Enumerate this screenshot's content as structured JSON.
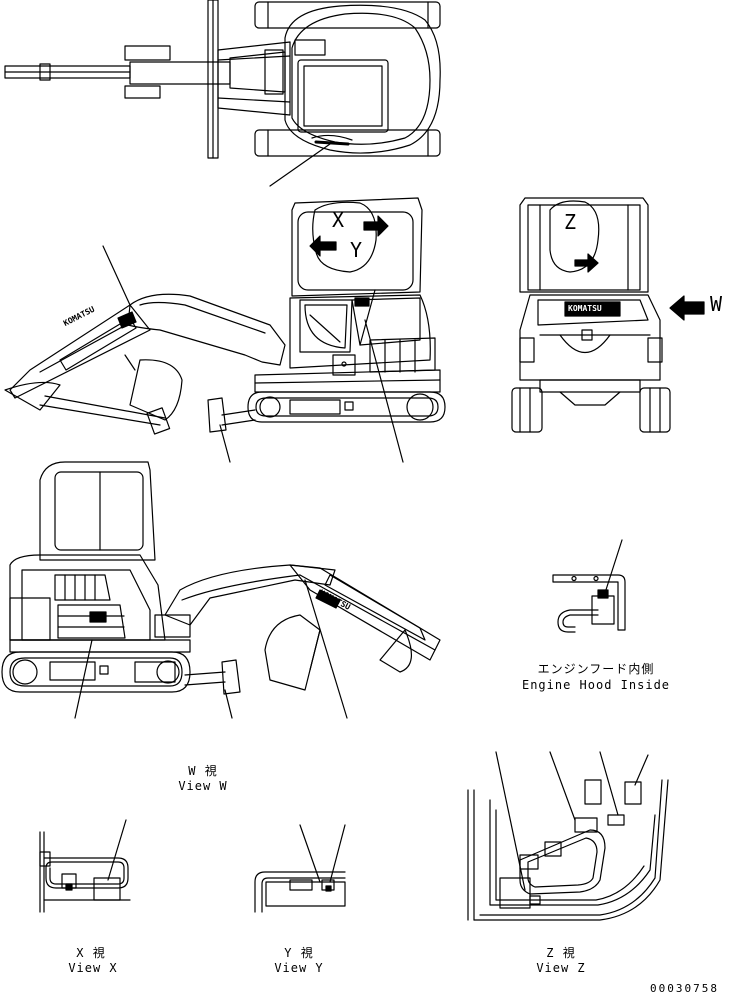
{
  "callouts": {
    "x": "X",
    "y": "Y",
    "z": "Z",
    "w": "W"
  },
  "captions": {
    "view_w_jp": "W 視",
    "view_w_en": "View W",
    "view_x_jp": "X 視",
    "view_x_en": "View X",
    "view_y_jp": "Y 視",
    "view_y_en": "View Y",
    "view_z_jp": "Z 視",
    "view_z_en": "View Z",
    "engine_hood_jp": "エンジンフード内側",
    "engine_hood_en": "Engine Hood Inside"
  },
  "brand": "KOMATSU",
  "drawing_number": "00030758"
}
